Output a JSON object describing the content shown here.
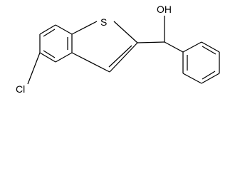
{
  "molecule": {
    "atom_labels": {
      "sulfur": "S",
      "hydroxyl": "OH",
      "chlorine": "Cl"
    },
    "colors": {
      "bond": "#000000",
      "label": "#000000",
      "background": "#ffffff"
    }
  }
}
